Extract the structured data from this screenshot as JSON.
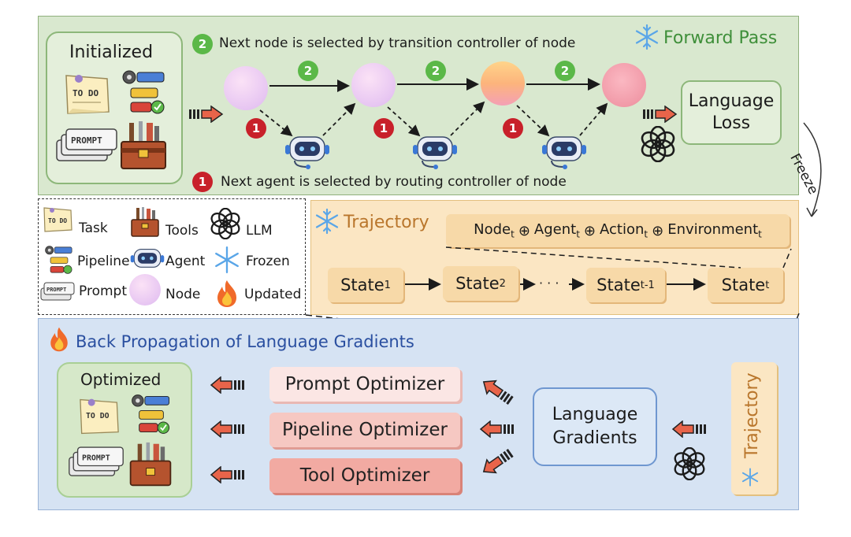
{
  "forward": {
    "title": "Forward Pass",
    "initialized_label": "Initialized",
    "step2_text": "Next node is selected by transition controller of node",
    "step1_text": "Next agent is selected by routing controller of node",
    "badge2": "2",
    "badge1": "1",
    "loss_label_line1": "Language",
    "loss_label_line2": "Loss"
  },
  "freeze_label": "Freeze",
  "legend": {
    "items": [
      {
        "icon": "todo-note-icon",
        "label": "Task"
      },
      {
        "icon": "toolbox-icon",
        "label": "Tools"
      },
      {
        "icon": "llm-logo-icon",
        "label": "LLM"
      },
      {
        "icon": "pipeline-icon",
        "label": "Pipeline"
      },
      {
        "icon": "robot-agent-icon",
        "label": "Agent"
      },
      {
        "icon": "snowflake-icon",
        "label": "Frozen"
      },
      {
        "icon": "prompt-cards-icon",
        "label": "Prompt"
      },
      {
        "icon": "node-gradient-circle-icon",
        "label": "Node"
      },
      {
        "icon": "fire-icon",
        "label": "Updated"
      }
    ],
    "todo_text": "TO DO",
    "prompt_text": "PROMPT"
  },
  "trajectory": {
    "title": "Trajectory",
    "formula": "Node",
    "formula_sub": "t",
    "formula_parts": [
      "Node",
      "Agent",
      "Action",
      "Environment"
    ],
    "states": [
      {
        "base": "State",
        "sub": "1"
      },
      {
        "base": "State",
        "sub": "2"
      },
      {
        "base": "State",
        "sub": "t-1"
      },
      {
        "base": "State",
        "sub": "t"
      }
    ],
    "oplus": "⊕",
    "dots": "· · ·"
  },
  "backprop": {
    "title": "Back Propagation of Language Gradients",
    "optimized_label": "Optimized",
    "optimizers": [
      "Prompt Optimizer",
      "Pipeline Optimizer",
      "Tool Optimizer"
    ],
    "gradients_line1": "Language",
    "gradients_line2": "Gradients",
    "trajectory_vertical": "Trajectory"
  },
  "colors": {
    "forward_bg": "#d9e8cf",
    "trajectory_bg": "#fbe6c3",
    "backprop_bg": "#d6e3f3",
    "accent_orange": "#e8644a"
  }
}
